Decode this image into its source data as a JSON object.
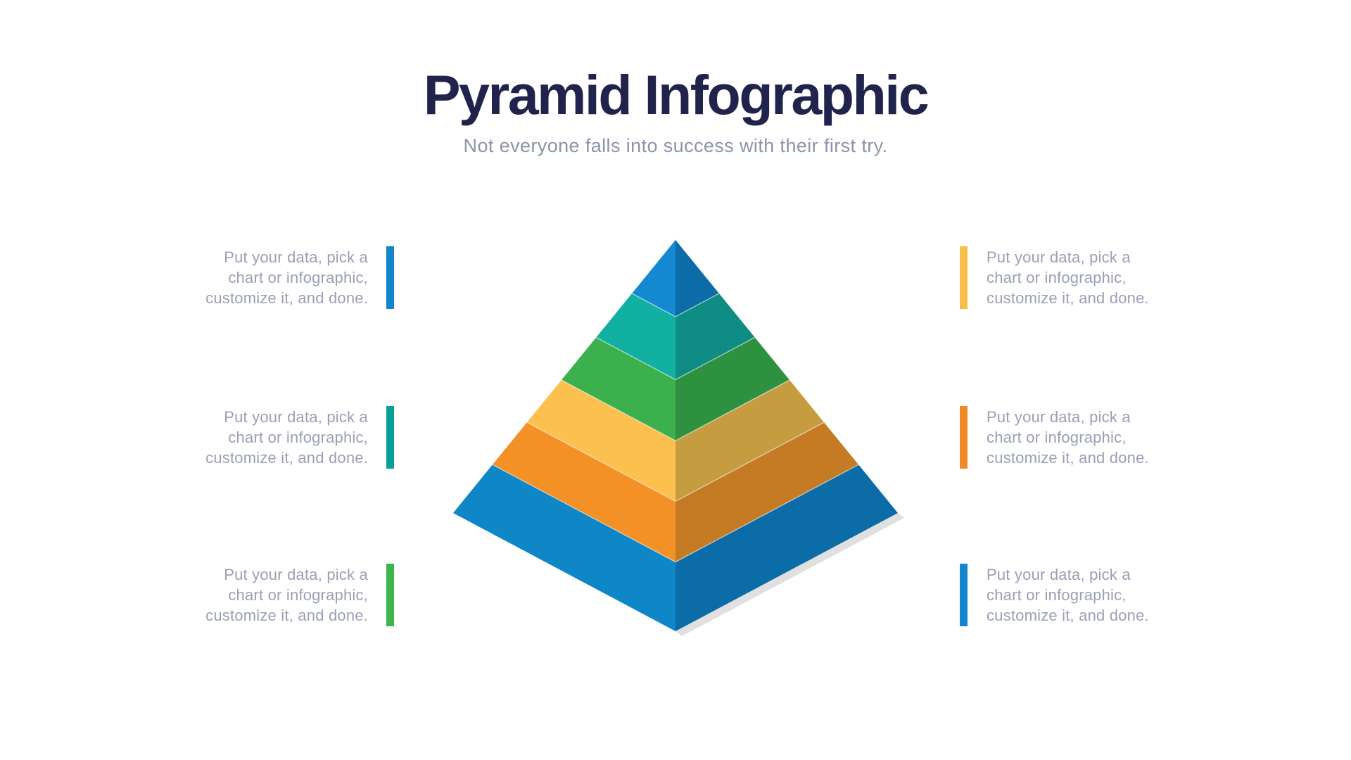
{
  "header": {
    "title": "Pyramid Infographic",
    "subtitle": "Not everyone falls into success with their first try."
  },
  "blocks": {
    "left": [
      {
        "text": "Put your data, pick a\nchart or infographic,\ncustomize it, and done.",
        "accent": "#1385cb"
      },
      {
        "text": "Put your data, pick a\nchart or infographic,\ncustomize it, and done.",
        "accent": "#09a195"
      },
      {
        "text": "Put your data, pick a\nchart or infographic,\ncustomize it, and done.",
        "accent": "#3cb54a"
      }
    ],
    "right": [
      {
        "text": "Put your data, pick a\nchart or infographic,\ncustomize it, and done.",
        "accent": "#f8c04b"
      },
      {
        "text": "Put your data, pick a\nchart or infographic,\ncustomize it, and done.",
        "accent": "#ee8b26"
      },
      {
        "text": "Put your data, pick a\nchart or infographic,\ncustomize it, and done.",
        "accent": "#1385cb"
      }
    ]
  },
  "pyramid": {
    "levels": [
      {
        "name": "level-1",
        "left": "#1488d0",
        "right": "#0b6ca7"
      },
      {
        "name": "level-2",
        "left": "#12b0a3",
        "right": "#0f8c83"
      },
      {
        "name": "level-3",
        "left": "#3cb04d",
        "right": "#2e9140"
      },
      {
        "name": "level-4",
        "left": "#fcc04e",
        "right": "#c69c41"
      },
      {
        "name": "level-5",
        "left": "#f39127",
        "right": "#c57b24"
      },
      {
        "name": "level-6",
        "left": "#0f86c6",
        "right": "#0b6ca7"
      }
    ],
    "shadow_color": "#dadada",
    "divider_color": "#ffffff"
  },
  "colors": {
    "background": "#ffffff",
    "title": "#20234b",
    "subtitle": "#8d94ab",
    "body_text": "#9aa0b4"
  }
}
